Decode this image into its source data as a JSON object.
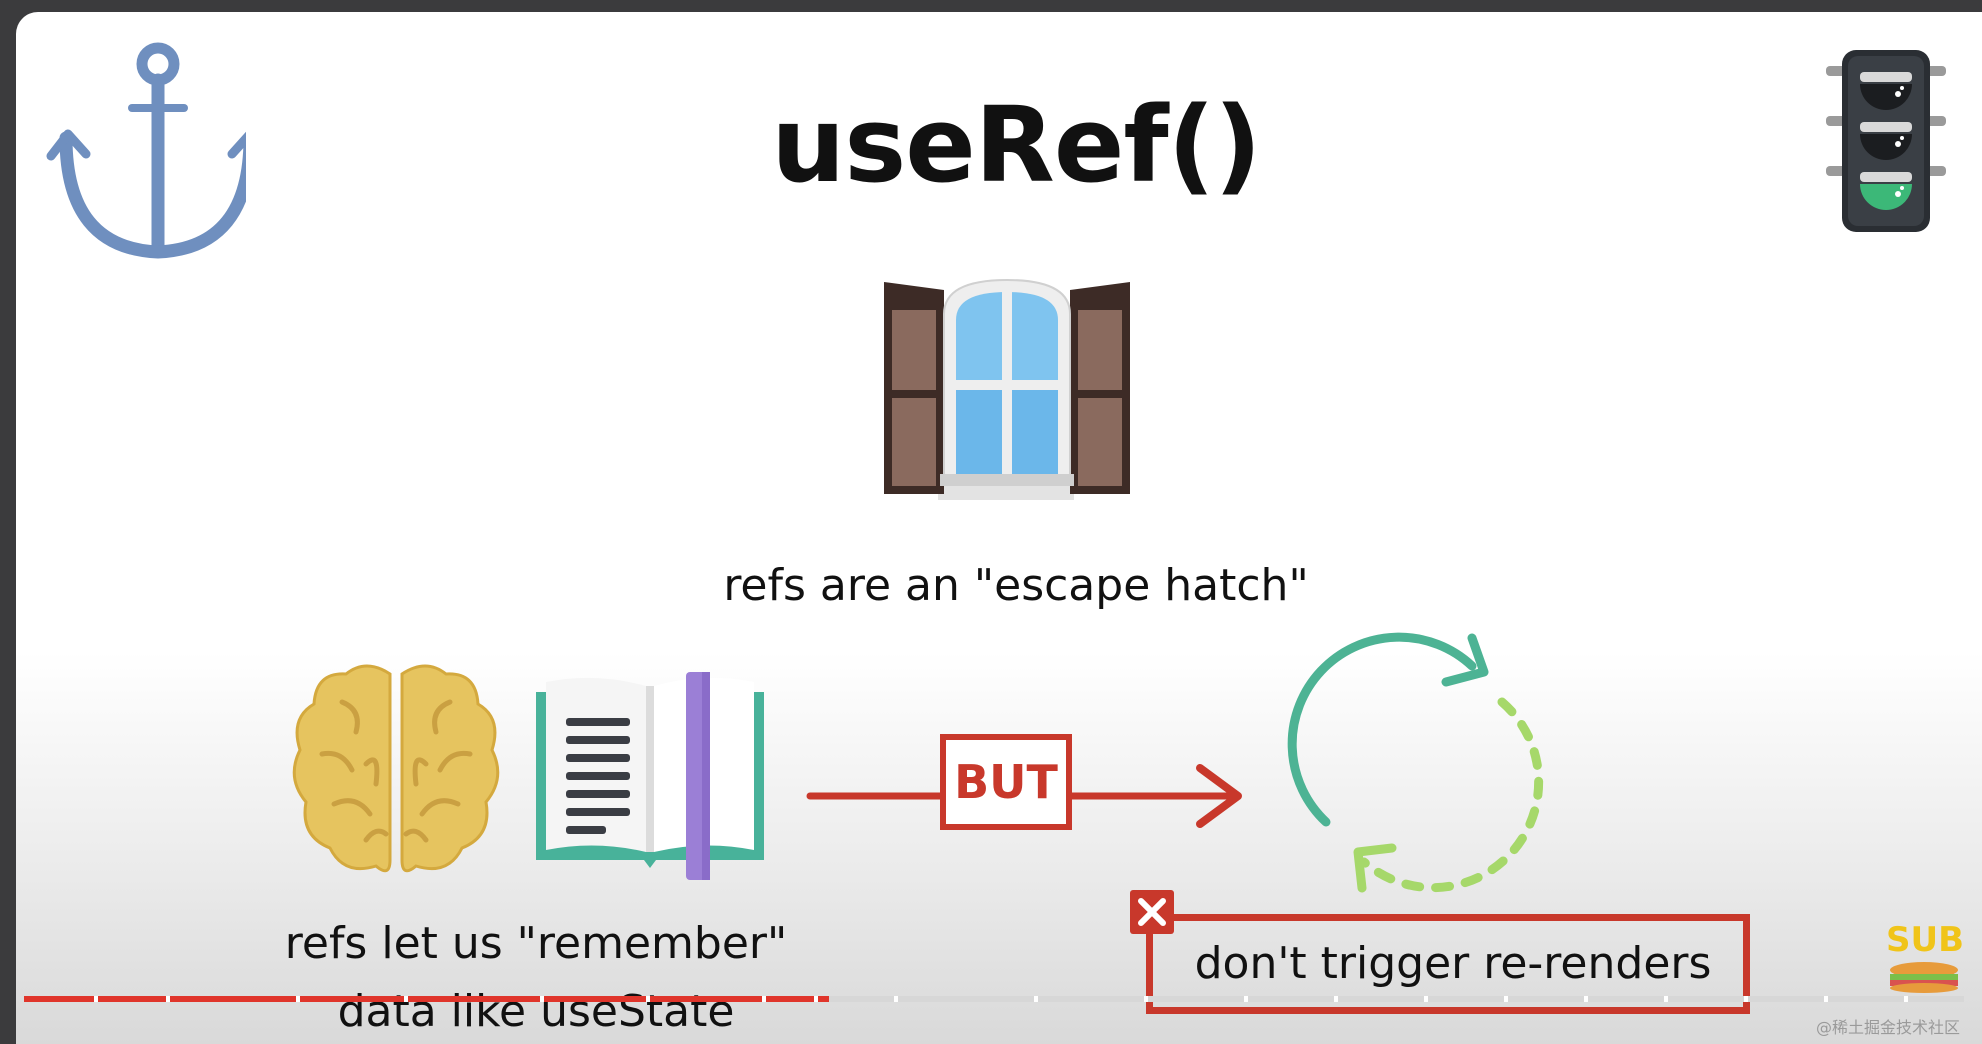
{
  "slide": {
    "title": "useRef()",
    "escape_caption": "refs are an \"escape hatch\"",
    "remember_caption_line1": "refs  let us \"remember\"",
    "remember_caption_line2": "data like useState",
    "but_label": "BUT",
    "rerender_label": "don't trigger re-renders",
    "logo_text": "SUB",
    "watermark": "@稀土掘金技术社区"
  },
  "icons": {
    "anchor": "anchor-icon",
    "traffic_light": "traffic-light-icon",
    "window": "window-icon",
    "brain": "brain-icon",
    "book": "book-icon",
    "arrow": "arrow-right-icon",
    "cycle": "refresh-cycle-icon",
    "x": "close-icon"
  },
  "colors": {
    "accent_red": "#c8382b",
    "anchor_blue": "#6f8fbf",
    "cycle_green": "#4db394",
    "cycle_lime": "#a6d86a",
    "brain_yellow": "#e6c45f",
    "book_teal": "#48b29a",
    "bookmark_purple": "#9b7fd6",
    "progress_played": "#e0352b",
    "progress_buffered": "#d7d7d7"
  },
  "progress": {
    "played_fraction": 0.415
  }
}
